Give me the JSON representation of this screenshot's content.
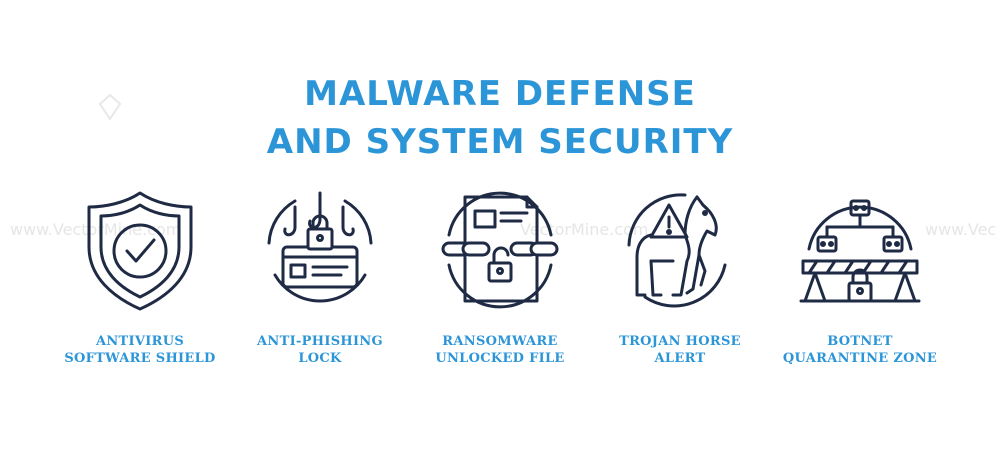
{
  "title": {
    "line1": "MALWARE DEFENSE",
    "line2": "AND SYSTEM SECURITY"
  },
  "items": [
    {
      "icon": "shield-check-icon",
      "line1": "ANTIVIRUS",
      "line2": "SOFTWARE SHIELD"
    },
    {
      "icon": "phishing-lock-icon",
      "line1": "ANTI-PHISHING",
      "line2": "LOCK"
    },
    {
      "icon": "ransomware-file-icon",
      "line1": "RANSOMWARE",
      "line2": "UNLOCKED FILE"
    },
    {
      "icon": "trojan-horse-icon",
      "line1": "TROJAN HORSE",
      "line2": "ALERT"
    },
    {
      "icon": "botnet-quarantine-icon",
      "line1": "BOTNET",
      "line2": "QUARANTINE ZONE"
    }
  ],
  "watermark": {
    "left": "www.VectorMine.com",
    "center": "VectorMine.com",
    "right": "www.Vec"
  },
  "colors": {
    "accent": "#2b95d8",
    "stroke": "#1f2a44"
  }
}
